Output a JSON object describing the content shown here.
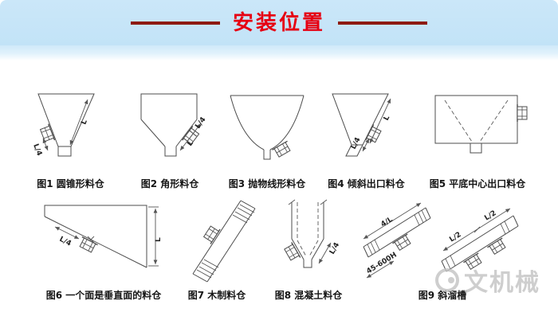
{
  "header": {
    "title": "安装位置"
  },
  "figures": {
    "fig1": {
      "caption": "图1 圆锥形料仓",
      "dims": {
        "l": "L",
        "l4": "L/4"
      }
    },
    "fig2": {
      "caption": "图2 角形料仓",
      "dims": {
        "l": "L",
        "l4": "L/4"
      }
    },
    "fig3": {
      "caption": "图3 抛物线形料仓"
    },
    "fig4": {
      "caption": "图4 倾斜出口料仓",
      "dims": {
        "l": "L",
        "l4": "L/4"
      }
    },
    "fig5": {
      "caption": "图5 平底中心出口料仓"
    },
    "fig6": {
      "caption": "图6 一个面是垂直面的料仓",
      "dims": {
        "l": "L",
        "l4": "L/4"
      }
    },
    "fig7": {
      "caption": "图7 木制料仓"
    },
    "fig8": {
      "caption": "图8 混凝土料仓",
      "dims": {
        "l4": "L/4"
      }
    },
    "fig9": {
      "caption": "图9 斜溜槽",
      "dims": {
        "l4": "4/L",
        "l2a": "L/2",
        "l2b": "L/2",
        "h": "45-600H"
      }
    }
  },
  "watermark": {
    "text": "文机械"
  }
}
